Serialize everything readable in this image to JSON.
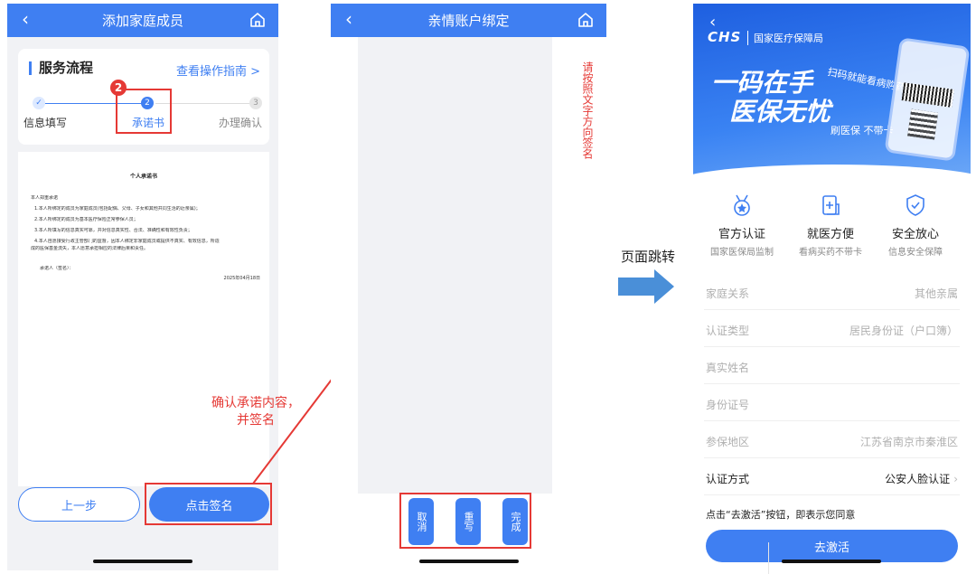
{
  "panel1": {
    "header_title": "添加家庭成员",
    "flow_title": "服务流程",
    "flow_guide_link": "查看操作指南 >",
    "steps": [
      {
        "num": "✓",
        "label": "信息填写"
      },
      {
        "num": "2",
        "label": "承诺书"
      },
      {
        "num": "3",
        "label": "办理确认"
      }
    ],
    "step_badge": "2",
    "document": {
      "title": "个人承诺书",
      "lines": [
        "本人郑重承诺",
        "1.本人所绑定的成员为家庭成员(包括配偶、父母、子女和其他共同生活的近亲属)；",
        "2.本人所绑定的成员为基本医疗保险正常参保人员；",
        "3.本人所填写的信息真实可靠，并对信息真实性、合法、准确性和有效性负责；",
        "4.本人自愿接受行政主管部门的监督，因本人绑定非家庭成员或提供不真实、有效信息，所造",
        "成的医保基金流失，本人愿意承担相应的法律后果和责任。",
        "承诺人（签名）："
      ],
      "date": "2025年04月18日"
    },
    "prev_button": "上一步",
    "sign_button": "点击签名"
  },
  "annotation_confirm": {
    "line1": "确认承诺内容，",
    "line2": "并签名"
  },
  "panel2": {
    "header_title": "亲情账户绑定",
    "hint": "请按照文字方向签名",
    "buttons": [
      "取消",
      "重写",
      "完成"
    ]
  },
  "annotation_jump": "页面跳转",
  "panel3": {
    "brand": "CHS",
    "brand_sub": "国家医疗保障局",
    "slogan_line1": "一码在手",
    "slogan_line2": "医保无忧",
    "tag_scan": "扫码就能看病购药",
    "tag_card": "刷医保 不带卡",
    "features": [
      {
        "icon": "medal-icon",
        "title": "官方认证",
        "sub": "国家医保局监制"
      },
      {
        "icon": "medical-icon",
        "title": "就医方便",
        "sub": "看病买药不带卡"
      },
      {
        "icon": "shield-icon",
        "title": "安全放心",
        "sub": "信息安全保障"
      }
    ],
    "rows": [
      {
        "key": "家庭关系",
        "value": "其他亲属"
      },
      {
        "key": "认证类型",
        "value": "居民身份证（户口簿）"
      },
      {
        "key": "真实姓名",
        "value": ""
      },
      {
        "key": "身份证号",
        "value": ""
      },
      {
        "key": "参保地区",
        "value": "江苏省南京市秦淮区"
      },
      {
        "key": "认证方式",
        "value": "公安人脸认证"
      }
    ],
    "consent": "点击“去激活”按钮，即表示您同意",
    "activate_button": "去激活"
  },
  "colors": {
    "primary": "#3f7ff2",
    "annotation": "#e53935"
  }
}
